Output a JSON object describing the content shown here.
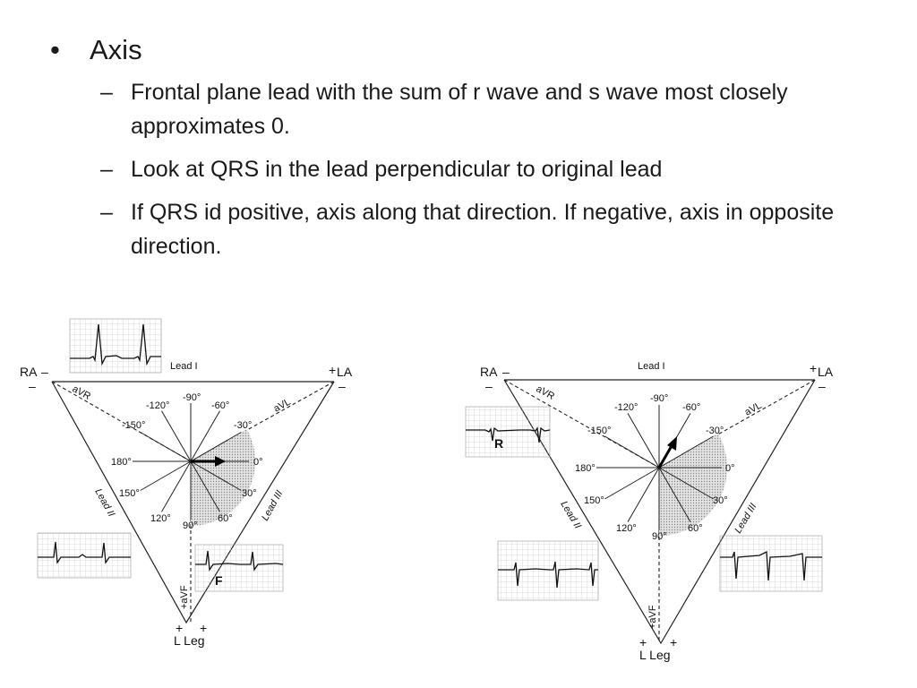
{
  "slide": {
    "bullet_main": "Axis",
    "sub_bullets": [
      "Frontal plane lead with the sum of r wave and s wave most closely approximates 0.",
      "Look at QRS in the lead perpendicular to original lead",
      "If QRS id positive, axis along that direction. If negative, axis in opposite direction."
    ]
  },
  "diagrams": [
    {
      "ra": "RA",
      "la": "LA",
      "leg": "L Leg",
      "lead_i": "Lead I",
      "lead_ii": "Lead II",
      "lead_iii": "Lead III",
      "avr": "aVR",
      "avl": "aVL",
      "avf": "+aVF",
      "angles": [
        "-90°",
        "-60°",
        "-30°",
        "0°",
        "30°",
        "60°",
        "90°",
        "120°",
        "150°",
        "180°",
        "-150°",
        "-120°"
      ],
      "strip_letter": "F"
    },
    {
      "ra": "RA",
      "la": "LA",
      "leg": "L Leg",
      "lead_i": "Lead I",
      "lead_ii": "Lead II",
      "lead_iii": "Lead III",
      "avr": "aVR",
      "avl": "aVL",
      "avf": "+aVF",
      "angles": [
        "-90°",
        "-60°",
        "-30°",
        "0°",
        "30°",
        "60°",
        "90°",
        "120°",
        "150°",
        "180°",
        "-150°",
        "-120°"
      ],
      "strip_letter": "R"
    }
  ]
}
